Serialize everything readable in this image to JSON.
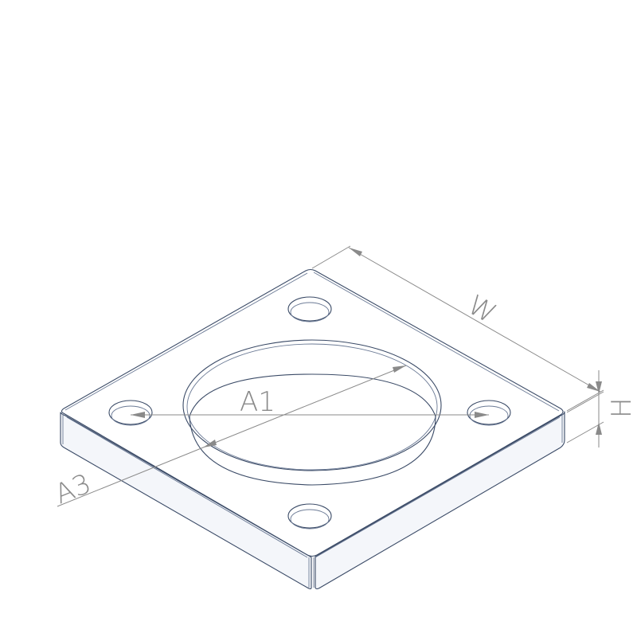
{
  "diagram": {
    "labels": {
      "width": "W",
      "height": "H",
      "a1": "A1",
      "a3": "A3"
    },
    "colors": {
      "edge": "#3a4a66",
      "dimension": "#8a8a8a",
      "background": "#ffffff"
    }
  }
}
